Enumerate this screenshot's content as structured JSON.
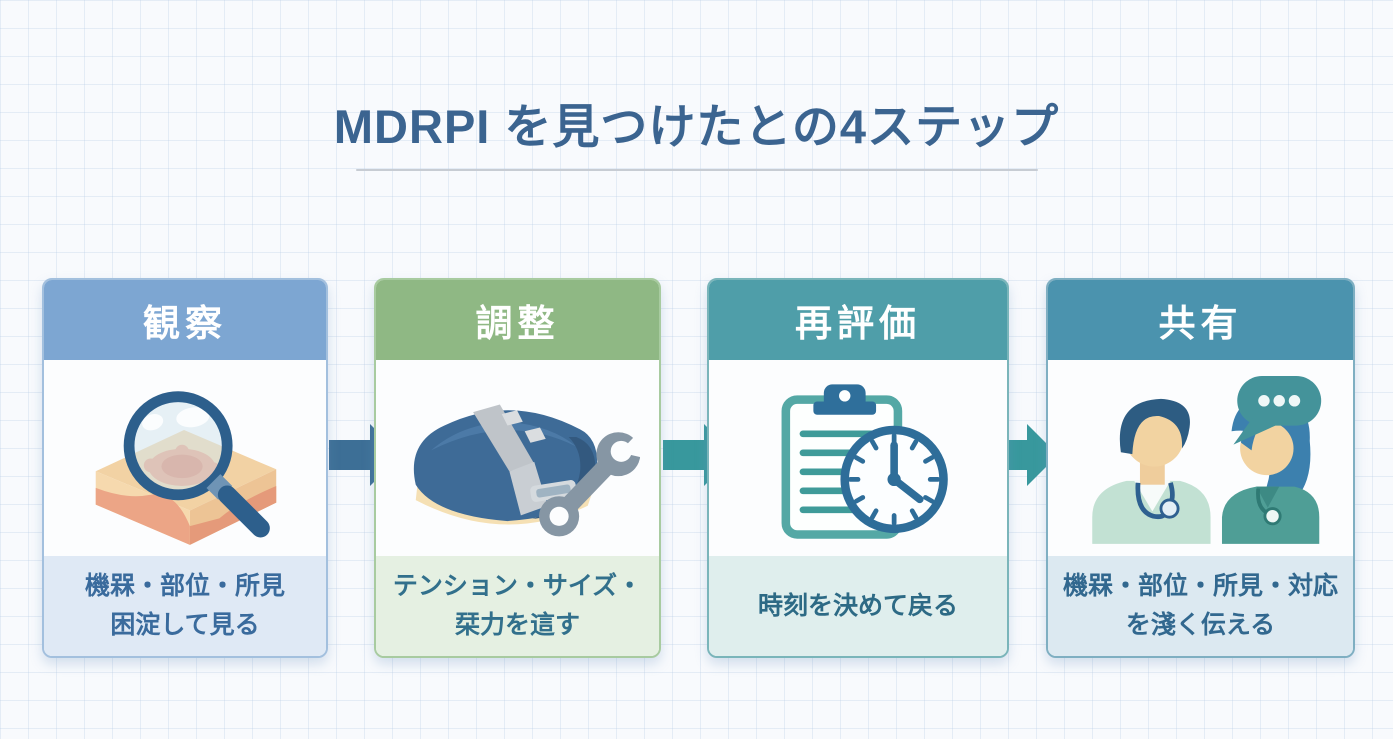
{
  "title": {
    "text": "MDRPI を見つけたとの4ステップ",
    "color": "#3b6490",
    "underline_color": "#c7ccd3"
  },
  "steps": [
    {
      "header": "観察",
      "header_color": "#7da6d2",
      "border_color": "#a3c0de",
      "caption_bg": "#dfe9f5",
      "caption_color": "#3a6b9d",
      "caption_lines": [
        "機槑・部位・所見",
        "困淀して見る"
      ],
      "icon": "magnifier-over-skin-icon"
    },
    {
      "header": "調整",
      "header_color": "#8fb884",
      "border_color": "#a8cba0",
      "caption_bg": "#e5f0e2",
      "caption_color": "#32708c",
      "caption_lines": [
        "テンション・サイズ・",
        "栞力を這す"
      ],
      "icon": "device-cushion-wrench-icon"
    },
    {
      "header": "再評価",
      "header_color": "#4f9ea9",
      "border_color": "#7ab5ba",
      "caption_bg": "#dfeeed",
      "caption_color": "#2d6a85",
      "caption_lines": [
        "時刻を決めて戻る"
      ],
      "icon": "clipboard-clock-icon"
    },
    {
      "header": "共有",
      "header_color": "#4b93ae",
      "border_color": "#7fafc2",
      "caption_bg": "#dce9f1",
      "caption_color": "#32688f",
      "caption_lines": [
        "機槑・部位・所見・対応",
        "を淺く伝える"
      ],
      "icon": "clinicians-talking-icon"
    }
  ],
  "arrows": [
    {
      "color": "#3d6f96"
    },
    {
      "color": "#38989d"
    },
    {
      "color": "#38989d"
    }
  ]
}
